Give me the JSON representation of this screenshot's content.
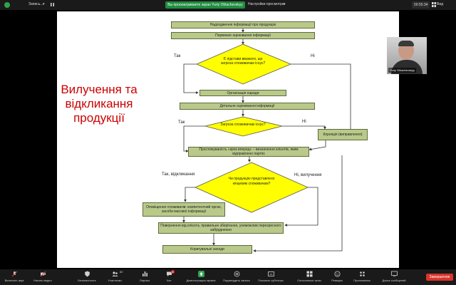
{
  "topbar": {
    "recording_label": "Запись...",
    "recording_caret": "▾",
    "share_banner": "Вы просматриваете экран Yuriy Ohlachevskyy",
    "view_options": "Настройки просмотра",
    "view_caret": "▾",
    "timer": "00:55:34",
    "view_label": "Вид"
  },
  "slide": {
    "title": "Вилучення та відкликання продукції",
    "boxes": {
      "b1": "Надходження інформації про продукцію",
      "b2": "Первинне оцінювання інформації",
      "d1": "Є підстави вважати, що загроза споживачам існує?",
      "b3": "Організація наради",
      "b4": "Детальне оцінювання інформації",
      "d2": "Загроза споживачам існує?",
      "b5": "Корекція (виправлення)",
      "b6": "Простежуваність «крок вперед» – визначення клієнтів, яким відправлено партію",
      "d3": "Чи продукцію представлено кінцевим споживачам?",
      "b7": "Оповіщення споживачів: компетентний орган, засоби масової інформації",
      "b8": "Повернення від клієнта, правильне зберігання, унеможлив перехресного забруднення",
      "b9": "Коригувальні заходи"
    },
    "labels": {
      "tak1": "Так",
      "ni1": "Ні",
      "tak2": "Так",
      "ni2": "Ні",
      "tak3": "Так, відкликання",
      "ni3": "Ні, вилучення"
    }
  },
  "video": {
    "name": "Yuriy Ohlachevskyy"
  },
  "bottombar": {
    "items": [
      {
        "label": "Включить звук",
        "icon": "microphone-muted-icon"
      },
      {
        "label": "Начать видео",
        "icon": "camera-off-icon"
      },
      {
        "label": "Безопасность",
        "icon": "shield-icon"
      },
      {
        "label": "Участники",
        "icon": "participants-icon",
        "count": "82"
      },
      {
        "label": "Опросы",
        "icon": "poll-icon"
      },
      {
        "label": "Чат",
        "icon": "chat-icon",
        "badge": "3"
      },
      {
        "label": "Демонстрация экрана",
        "icon": "share-screen-icon"
      },
      {
        "label": "Подтвердить запись",
        "icon": "record-icon"
      },
      {
        "label": "Показать субтитры",
        "icon": "captions-icon"
      },
      {
        "label": "Сессионные залы",
        "icon": "breakout-rooms-icon"
      },
      {
        "label": "Реакции",
        "icon": "reactions-icon"
      },
      {
        "label": "Приложения",
        "icon": "apps-icon"
      },
      {
        "label": "Доска сообщений",
        "icon": "whiteboard-icon"
      }
    ],
    "end_label": "Завершение"
  }
}
